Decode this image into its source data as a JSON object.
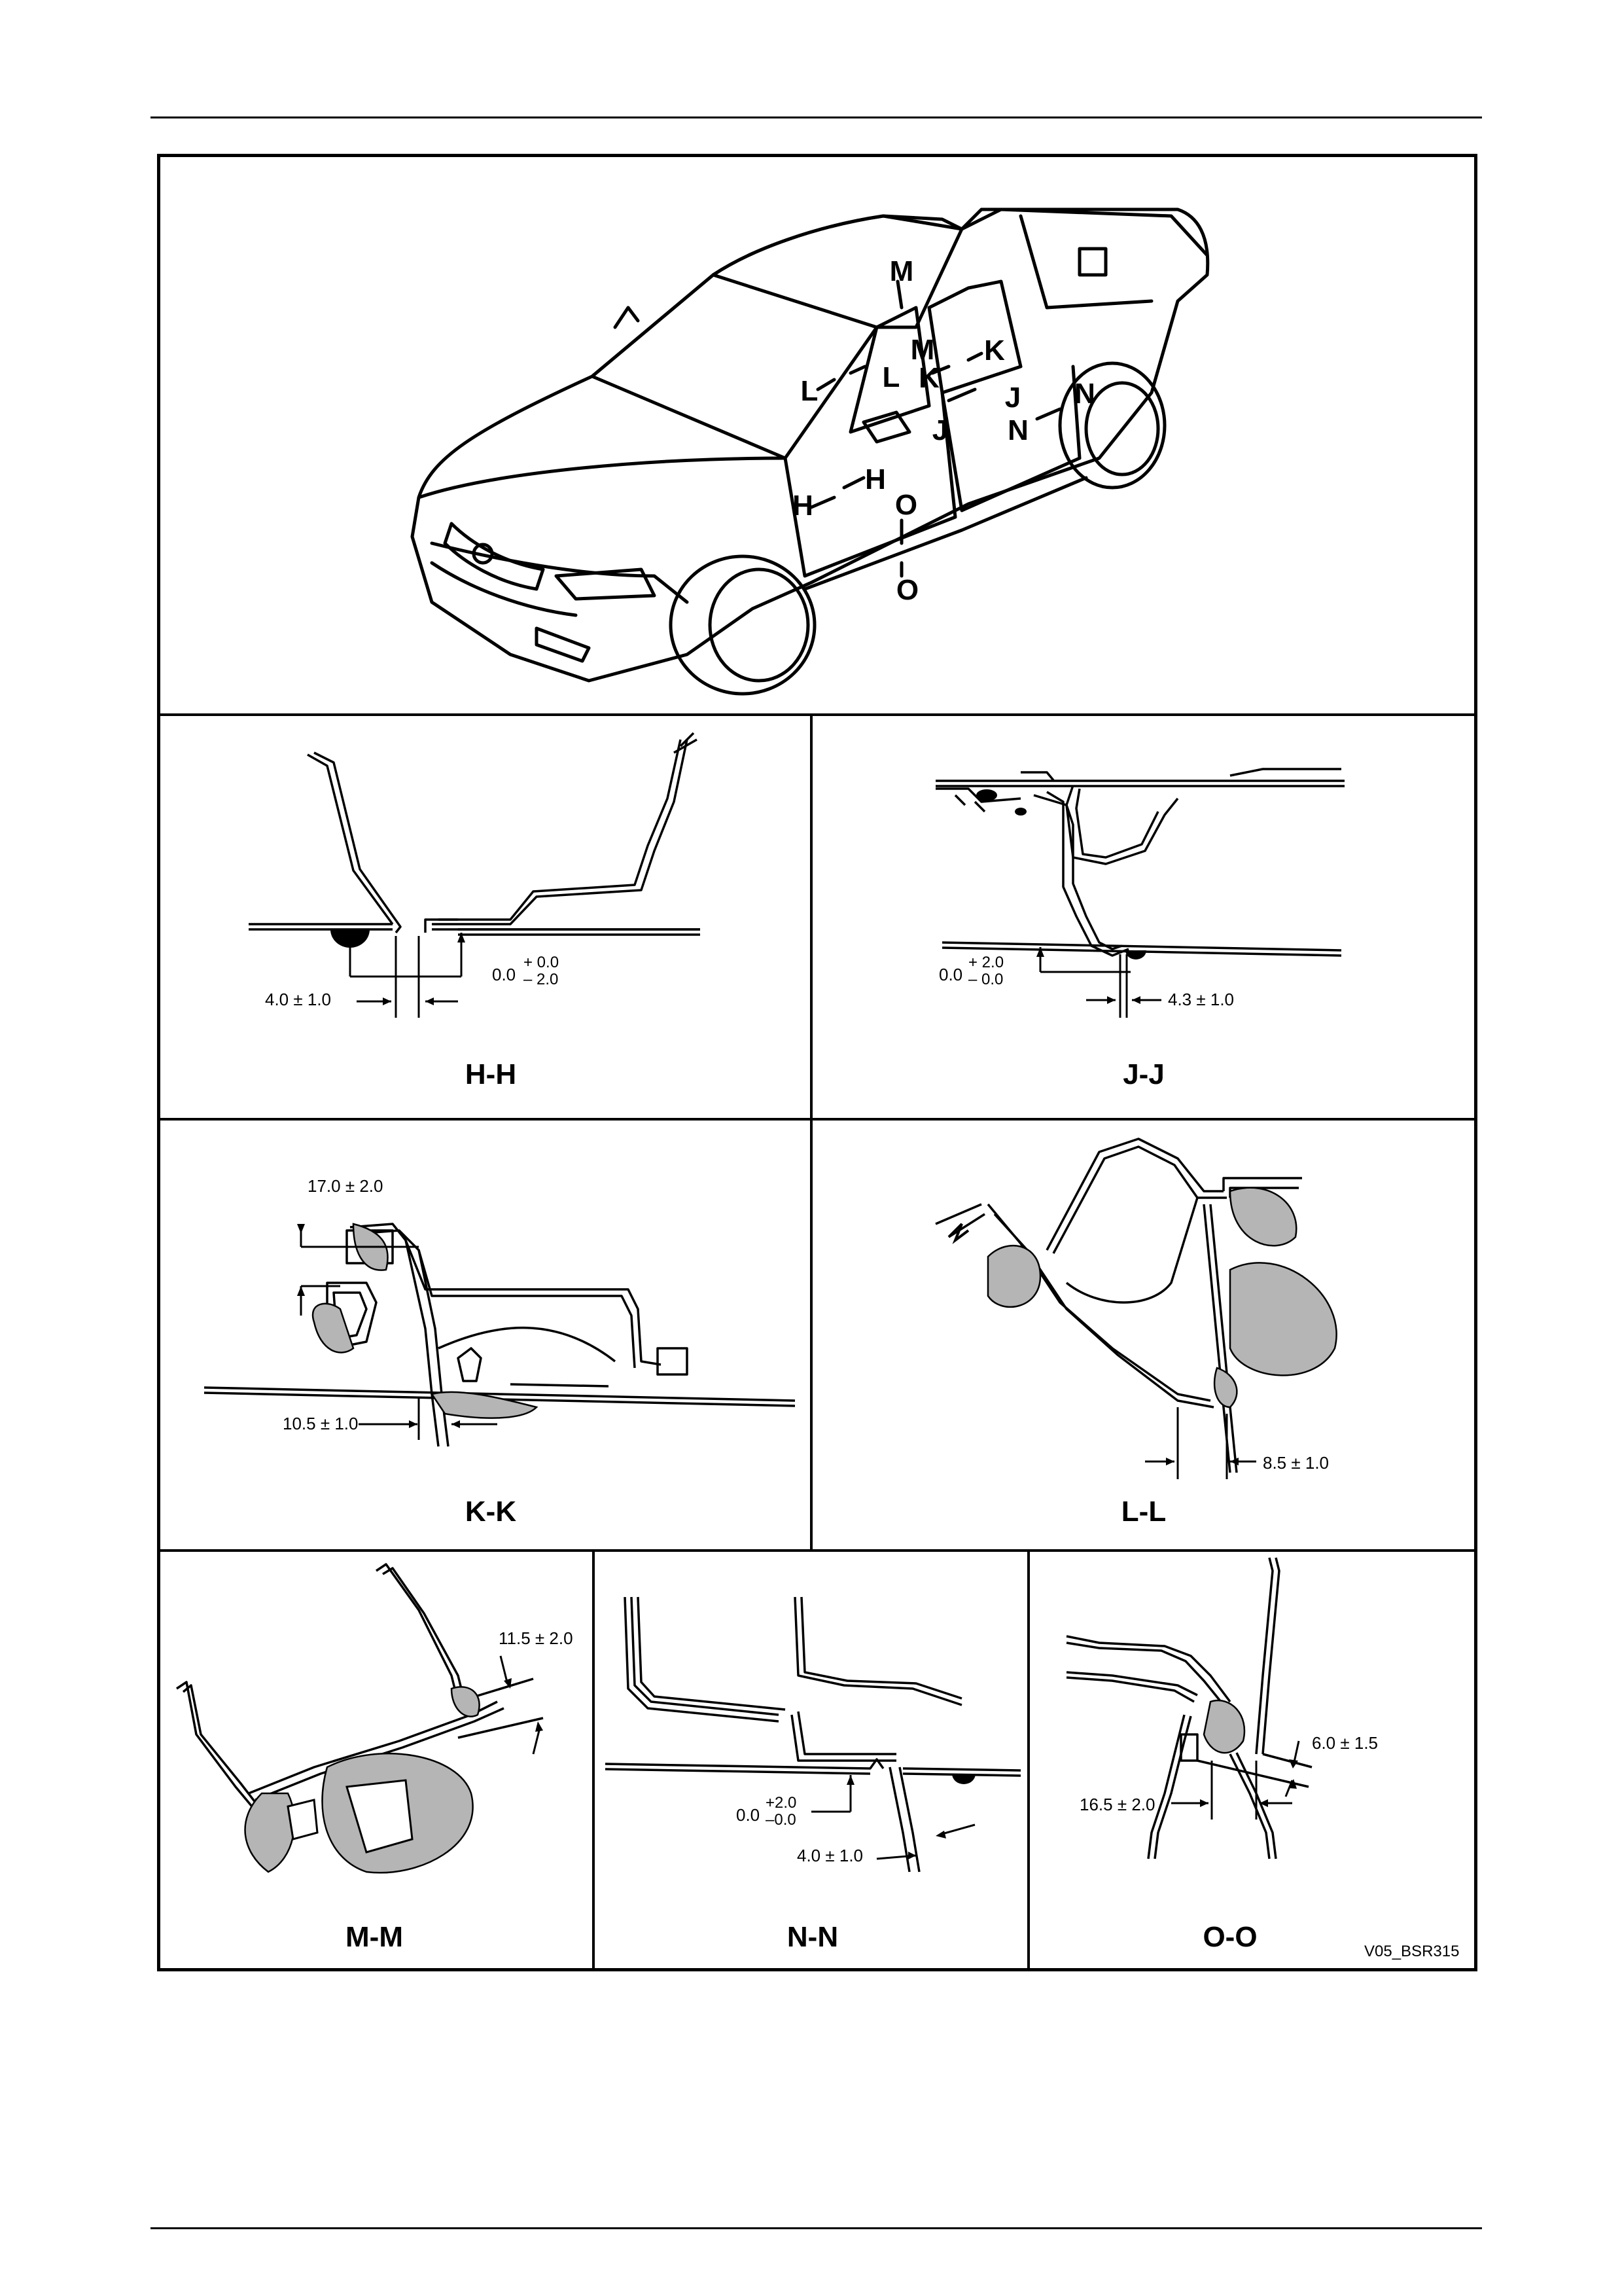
{
  "car": {
    "callouts": [
      "M",
      "M",
      "L",
      "L",
      "K",
      "K",
      "J",
      "J",
      "N",
      "N",
      "H",
      "H",
      "O",
      "O"
    ]
  },
  "sections": {
    "hh": {
      "title": "H-H",
      "dim1": "4.0 ± 1.0",
      "dim2_base": "0.0",
      "dim2_upper": "+ 0.0",
      "dim2_lower": "– 2.0"
    },
    "jj": {
      "title": "J-J",
      "dim1_base": "0.0",
      "dim1_upper": "+ 2.0",
      "dim1_lower": "– 0.0",
      "dim2": "4.3 ± 1.0"
    },
    "kk": {
      "title": "K-K",
      "dim1": "17.0 ± 2.0",
      "dim2": "10.5 ± 1.0"
    },
    "ll": {
      "title": "L-L",
      "dim1": "8.5 ± 1.0"
    },
    "mm": {
      "title": "M-M",
      "dim1": "11.5 ± 2.0"
    },
    "nn": {
      "title": "N-N",
      "dim1_base": "0.0",
      "dim1_upper": "+2.0",
      "dim1_lower": "–0.0",
      "dim2": "4.0 ± 1.0"
    },
    "oo": {
      "title": "O-O",
      "dim1": "6.0 ± 1.5",
      "dim2": "16.5 ± 2.0"
    }
  },
  "figure_ref": "V05_BSR315"
}
